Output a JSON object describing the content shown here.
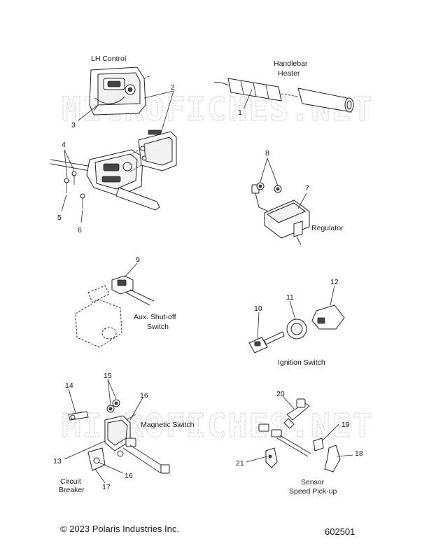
{
  "watermark": "MICROFICHES.NET",
  "captions": {
    "lh_control": "LH Control",
    "handlebar": "Handlebar",
    "heater": "Heater",
    "regulator": "Regulator",
    "aux_shutoff_1": "Aux. Shut-off",
    "aux_shutoff_2": "Switch",
    "ignition_switch": "Ignition Switch",
    "magnetic_switch": "Magnetic Switch",
    "circuit": "Circuit",
    "breaker": "Breaker",
    "sensor": "Sensor",
    "speed_pickup": "Speed Pick-up"
  },
  "callouts": {
    "c1": "1",
    "c2": "2",
    "c3": "3",
    "c4": "4",
    "c5": "5",
    "c6": "6",
    "c7": "7",
    "c8": "8",
    "c9": "9",
    "c10": "10",
    "c11": "11",
    "c12": "12",
    "c13": "13",
    "c14": "14",
    "c15": "15",
    "c16a": "16",
    "c16b": "16",
    "c17": "17",
    "c18": "18",
    "c19": "19",
    "c20": "20",
    "c21": "21"
  },
  "footer": {
    "copyright": "© 2023 Polaris Industries Inc.",
    "drawing_number": "602501"
  }
}
